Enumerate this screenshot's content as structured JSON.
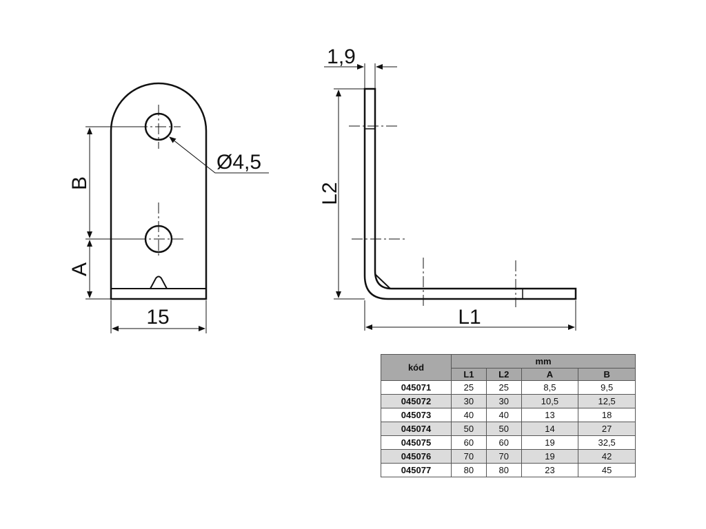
{
  "front_view": {
    "hole_diameter_label": "Ø4,5",
    "width_label": "15",
    "dim_b_label": "B",
    "dim_a_label": "A"
  },
  "side_view": {
    "thickness_label": "1,9",
    "height_label": "L2",
    "length_label": "L1"
  },
  "table": {
    "code_header": "kód",
    "unit_header": "mm",
    "columns": [
      "L1",
      "L2",
      "A",
      "B"
    ],
    "rows": [
      {
        "code": "045071",
        "values": [
          "25",
          "25",
          "8,5",
          "9,5"
        ]
      },
      {
        "code": "045072",
        "values": [
          "30",
          "30",
          "10,5",
          "12,5"
        ]
      },
      {
        "code": "045073",
        "values": [
          "40",
          "40",
          "13",
          "18"
        ]
      },
      {
        "code": "045074",
        "values": [
          "50",
          "50",
          "14",
          "27"
        ]
      },
      {
        "code": "045075",
        "values": [
          "60",
          "60",
          "19",
          "32,5"
        ]
      },
      {
        "code": "045076",
        "values": [
          "70",
          "70",
          "19",
          "42"
        ]
      },
      {
        "code": "045077",
        "values": [
          "80",
          "80",
          "23",
          "45"
        ]
      }
    ]
  }
}
